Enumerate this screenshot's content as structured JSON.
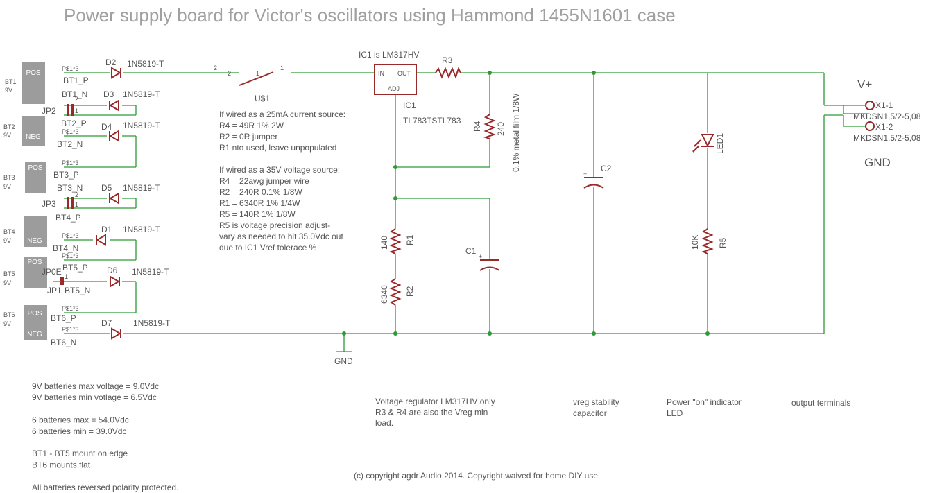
{
  "title": "Power supply board for Victor's oscillators using Hammond 1455N1601 case",
  "batteries": [
    {
      "name": "BT1",
      "voltage": "9V",
      "top": "POS",
      "bottom": ""
    },
    {
      "name": "BT2",
      "voltage": "9V",
      "top": "NEG",
      "bottom": ""
    },
    {
      "name": "BT3",
      "voltage": "9V",
      "top": "POS",
      "bottom": ""
    },
    {
      "name": "BT4",
      "voltage": "9V",
      "top": "NEG",
      "bottom": ""
    },
    {
      "name": "BT5",
      "voltage": "9V",
      "top": "POS",
      "bottom": ""
    },
    {
      "name": "BT6",
      "voltage": "9V",
      "top": "POS",
      "bottom": "NEG"
    }
  ],
  "pins": {
    "p1": "P$1*3",
    "p2": "P$1*3",
    "p3": "P$1*3",
    "p4": "P$1*3",
    "p5": "P$1*3",
    "p6": "P$1*3",
    "p7": "P$1*3",
    "bt1_p": "BT1_P",
    "bt1_n": "BT1_N",
    "bt2_p": "BT2_P",
    "bt2_n": "BT2_N",
    "bt3_p": "BT3_P",
    "bt3_n": "BT3_N",
    "bt4_p": "BT4_P",
    "bt4_n": "BT4_N",
    "bt5_p": "BT5_P",
    "bt5_n": "BT5_N",
    "bt6_p": "BT6_P",
    "bt6_n": "BT6_N"
  },
  "jumpers": {
    "jp2": "JP2",
    "jp3": "JP3",
    "jp1": "JP1",
    "jp0e": "JP0E",
    "pin1": "1",
    "pin2": "2"
  },
  "diodes": [
    {
      "name": "D2",
      "part": "1N5819-T"
    },
    {
      "name": "D3",
      "part": "1N5819-T"
    },
    {
      "name": "D4",
      "part": "1N5819-T"
    },
    {
      "name": "D5",
      "part": "1N5819-T"
    },
    {
      "name": "D1",
      "part": "1N5819-T"
    },
    {
      "name": "D6",
      "part": "1N5819-T"
    },
    {
      "name": "D7",
      "part": "1N5819-T"
    }
  ],
  "switch": {
    "name": "U$1",
    "pin_left": "2",
    "pin_mid": "1",
    "pin_right": "1"
  },
  "regulator": {
    "header": "IC1 is LM317HV",
    "in": "IN",
    "out": "OUT",
    "adj": "ADJ",
    "name": "IC1",
    "part": "TL783TSTL783"
  },
  "resistors": {
    "r1": {
      "name": "R1",
      "value": "140"
    },
    "r2": {
      "name": "R2",
      "value": "6340"
    },
    "r3": {
      "name": "R3"
    },
    "r4": {
      "name": "R4",
      "value": "240",
      "note": "0.1% metal film 1/8W"
    },
    "r5": {
      "name": "R5",
      "value": "10K"
    }
  },
  "capacitors": {
    "c1": "C1",
    "c2": "C2",
    "plus": "+"
  },
  "led": {
    "name": "LED1"
  },
  "ground": {
    "label": "GND"
  },
  "output": {
    "vplus": "V+",
    "gnd": "GND",
    "x1_1": "X1-1",
    "x1_2": "X1-2",
    "part1": "MKDSN1,5/2-5,08",
    "part2": "MKDSN1,5/2-5,08"
  },
  "notes_current": [
    "If wired as a 25mA current source:",
    "R4 = 49R 1% 2W",
    "R2 = 0R jumper",
    "R1 nto used, leave unpopulated"
  ],
  "notes_voltage": [
    "If wired as a 35V voltage source:",
    "R4 = 22awg jumper wire",
    "R2 = 240R 0.1% 1/8W",
    "R1 = 6340R 1% 1/4W",
    "R5 = 140R 1% 1/8W",
    "R5 is voltage precision adjust-",
    "vary as needed to hit 35.0Vdc out",
    "due to IC1 Vref tolerace %"
  ],
  "notes_batteries": [
    "9V batteries max voltage = 9.0Vdc",
    "9V batteries min votlage = 6.5Vdc",
    "",
    "6 batteries max = 54.0Vdc",
    "6 batteries min = 39.0Vdc",
    "",
    "BT1 - BT5 mount on edge",
    "BT6 mounts flat",
    "",
    "All batteries reversed polarity protected."
  ],
  "captions": {
    "regulator": [
      "Voltage regulator LM317HV only",
      " R3 & R4 are also the Vreg min",
      "load."
    ],
    "cap": [
      "vreg stability",
      "capacitor"
    ],
    "led": [
      "Power \"on\" indicator",
      "LED"
    ],
    "output": [
      "output terminals"
    ]
  },
  "copyright": "(c) copyright agdr Audio 2014.  Copyright waived for home DIY use"
}
